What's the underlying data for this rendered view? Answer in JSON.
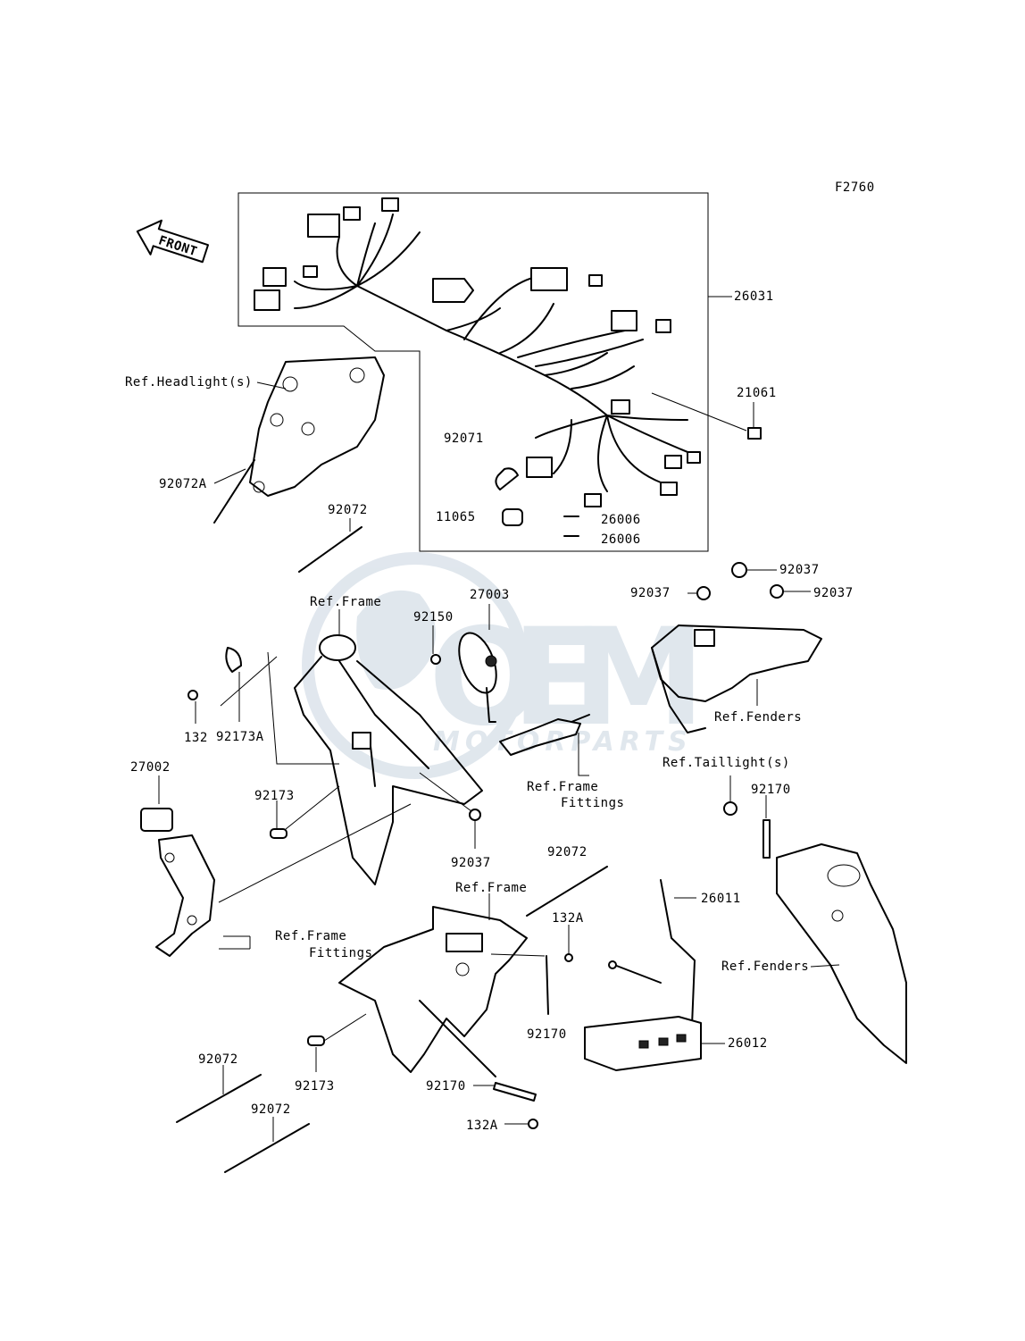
{
  "diagram_code": "F2760",
  "orientation_arrow": "FRONT",
  "watermark": {
    "brand": "OEM",
    "sub": "MOTORPARTS"
  },
  "labels": {
    "harness": "26031",
    "relay_21061": "21061",
    "cap_92071": "92071",
    "cap_11065": "11065",
    "clip_26006_a": "26006",
    "clip_26006_b": "26006",
    "ref_headlights": "Ref.Headlight(s)",
    "band_92072A": "92072A",
    "band_92072_top": "92072",
    "ref_frame_top": "Ref.Frame",
    "horn_27003": "27003",
    "bolt_92150": "92150",
    "clamp_92037_top": "92037",
    "clamp_92037_left": "92037",
    "clamp_92037_right": "92037",
    "ref_fenders_top": "Ref.Fenders",
    "clamp_92173A": "92173A",
    "bolt_132": "132",
    "ref_frame_fittings_mid_1": "Ref.Frame",
    "ref_frame_fittings_mid_2": "Fittings",
    "ref_taillights": "Ref.Taillight(s)",
    "band_92170_right": "92170",
    "relay_27002": "27002",
    "clamp_92173_mid": "92173",
    "clamp_92037_mid": "92037",
    "band_92072_mid": "92072",
    "ref_frame_bottom": "Ref.Frame",
    "bolt_132A_top": "132A",
    "cable_26011": "26011",
    "ref_frame_fittings_low_1": "Ref.Frame",
    "ref_frame_fittings_low_2": "Fittings",
    "ref_fenders_bottom": "Ref.Fenders",
    "band_92170_mid": "92170",
    "battery_26012": "26012",
    "band_92072_low_a": "92072",
    "clamp_92173_low": "92173",
    "band_92170_low": "92170",
    "bolt_132A_low": "132A",
    "band_92072_low_b": "92072"
  }
}
